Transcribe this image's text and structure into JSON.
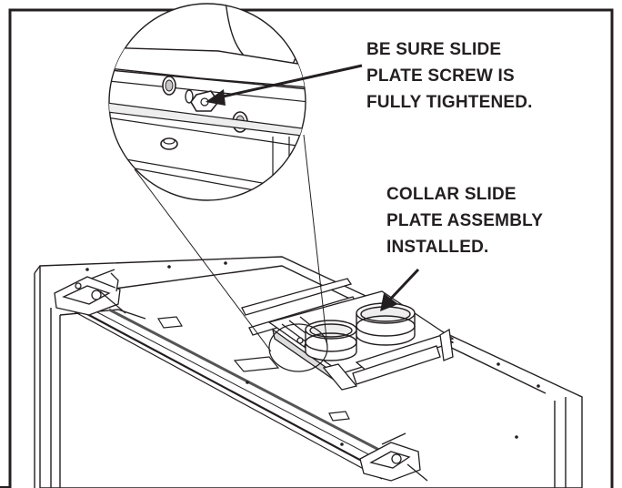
{
  "callouts": {
    "screw": {
      "lines": [
        "BE SURE SLIDE",
        "PLATE SCREW IS",
        "FULLY TIGHTENED."
      ]
    },
    "assembly": {
      "lines": [
        "COLLAR SLIDE",
        "PLATE ASSEMBLY",
        "INSTALLED."
      ]
    }
  },
  "colors": {
    "ink": "#231f20",
    "paper": "#ffffff",
    "shade": "#c8c8c8"
  }
}
